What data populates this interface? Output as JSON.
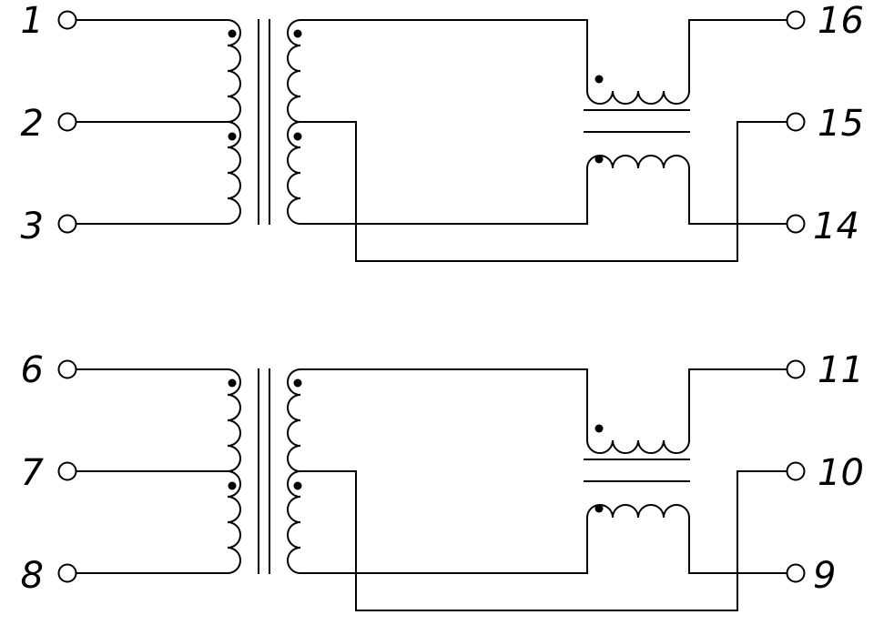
{
  "diagram": {
    "type": "transformer-schematic",
    "stroke_color": "#000000",
    "background_color": "#ffffff",
    "channels": [
      {
        "id": "upper",
        "pins": {
          "left_top": "1",
          "left_center": "2",
          "left_bottom": "3",
          "right_top": "16",
          "right_center": "15",
          "right_bottom": "14"
        }
      },
      {
        "id": "lower",
        "pins": {
          "left_top": "6",
          "left_center": "7",
          "left_bottom": "8",
          "right_top": "11",
          "right_center": "10",
          "right_bottom": "9"
        }
      }
    ]
  }
}
